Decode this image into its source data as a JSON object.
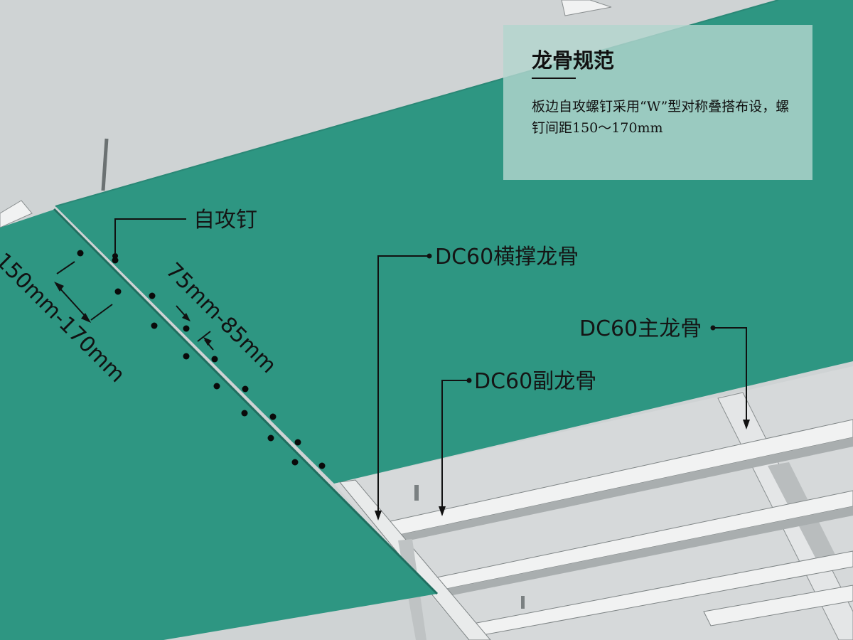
{
  "diagram": {
    "callouts": {
      "screw": "自攻钉",
      "cross_keel": "DC60横撑龙骨",
      "main_keel": "DC60主龙骨",
      "secondary_keel": "DC60副龙骨"
    },
    "dimensions": {
      "screw_spacing": "150mm-170mm",
      "edge_spacing": "75mm-85mm"
    },
    "info": {
      "title": "龙骨规范",
      "body": "板边自攻螺钉采用“W”型对称叠搭布设，螺钉间距150～170mm"
    },
    "colors": {
      "board": "#2e9682",
      "background": "#cfd3d4",
      "keel": "#eceeee",
      "info_box": "#b2d6ce"
    }
  }
}
